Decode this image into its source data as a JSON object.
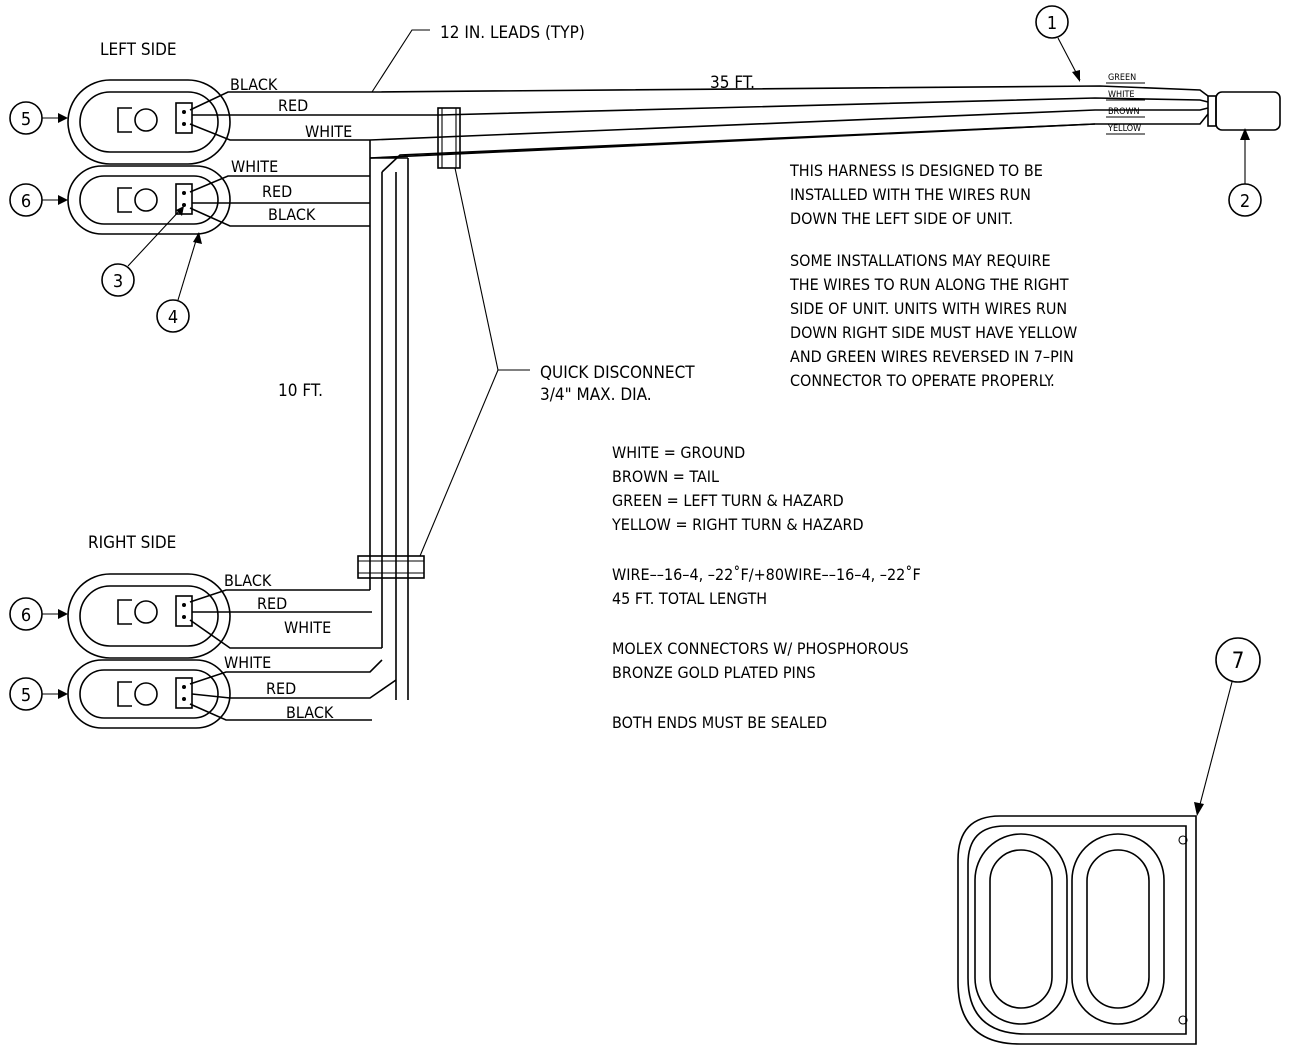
{
  "labels": {
    "left_side": "LEFT SIDE",
    "right_side": "RIGHT SIDE",
    "leads": "12 IN. LEADS (TYP)",
    "len_35": "35 FT.",
    "len_10": "10 FT.",
    "quick_disconnect_1": "QUICK DISCONNECT",
    "quick_disconnect_2": "3/4\" MAX. DIA."
  },
  "wire_colors": {
    "black": "BLACK",
    "red": "RED",
    "white": "WHITE",
    "green": "GREEN",
    "brown": "BROWN",
    "yellow": "YELLOW"
  },
  "callouts": [
    "1",
    "2",
    "3",
    "4",
    "5",
    "6",
    "7"
  ],
  "notes": {
    "para1": [
      "THIS HARNESS IS DESIGNED TO BE",
      "INSTALLED WITH THE WIRES RUN",
      "DOWN THE LEFT SIDE OF UNIT."
    ],
    "para2": [
      "SOME INSTALLATIONS MAY REQUIRE",
      "THE WIRES TO RUN ALONG THE RIGHT",
      "SIDE OF UNIT. UNITS WITH WIRES RUN",
      "DOWN RIGHT SIDE MUST HAVE YELLOW",
      "AND GREEN WIRES REVERSED IN 7–PIN",
      "CONNECTOR TO OPERATE PROPERLY."
    ],
    "legend": [
      "WHITE = GROUND",
      "BROWN = TAIL",
      "GREEN = LEFT TURN & HAZARD",
      "YELLOW = RIGHT TURN & HAZARD"
    ],
    "wire_spec": [
      "WIRE––16–4,  –22˚F/+80WIRE––16–4,  –22˚F",
      "45 FT. TOTAL LENGTH"
    ],
    "molex": [
      "MOLEX CONNECTORS W/ PHOSPHOROUS",
      "BRONZE GOLD PLATED PINS"
    ],
    "sealed": "BOTH ENDS MUST BE SEALED"
  }
}
